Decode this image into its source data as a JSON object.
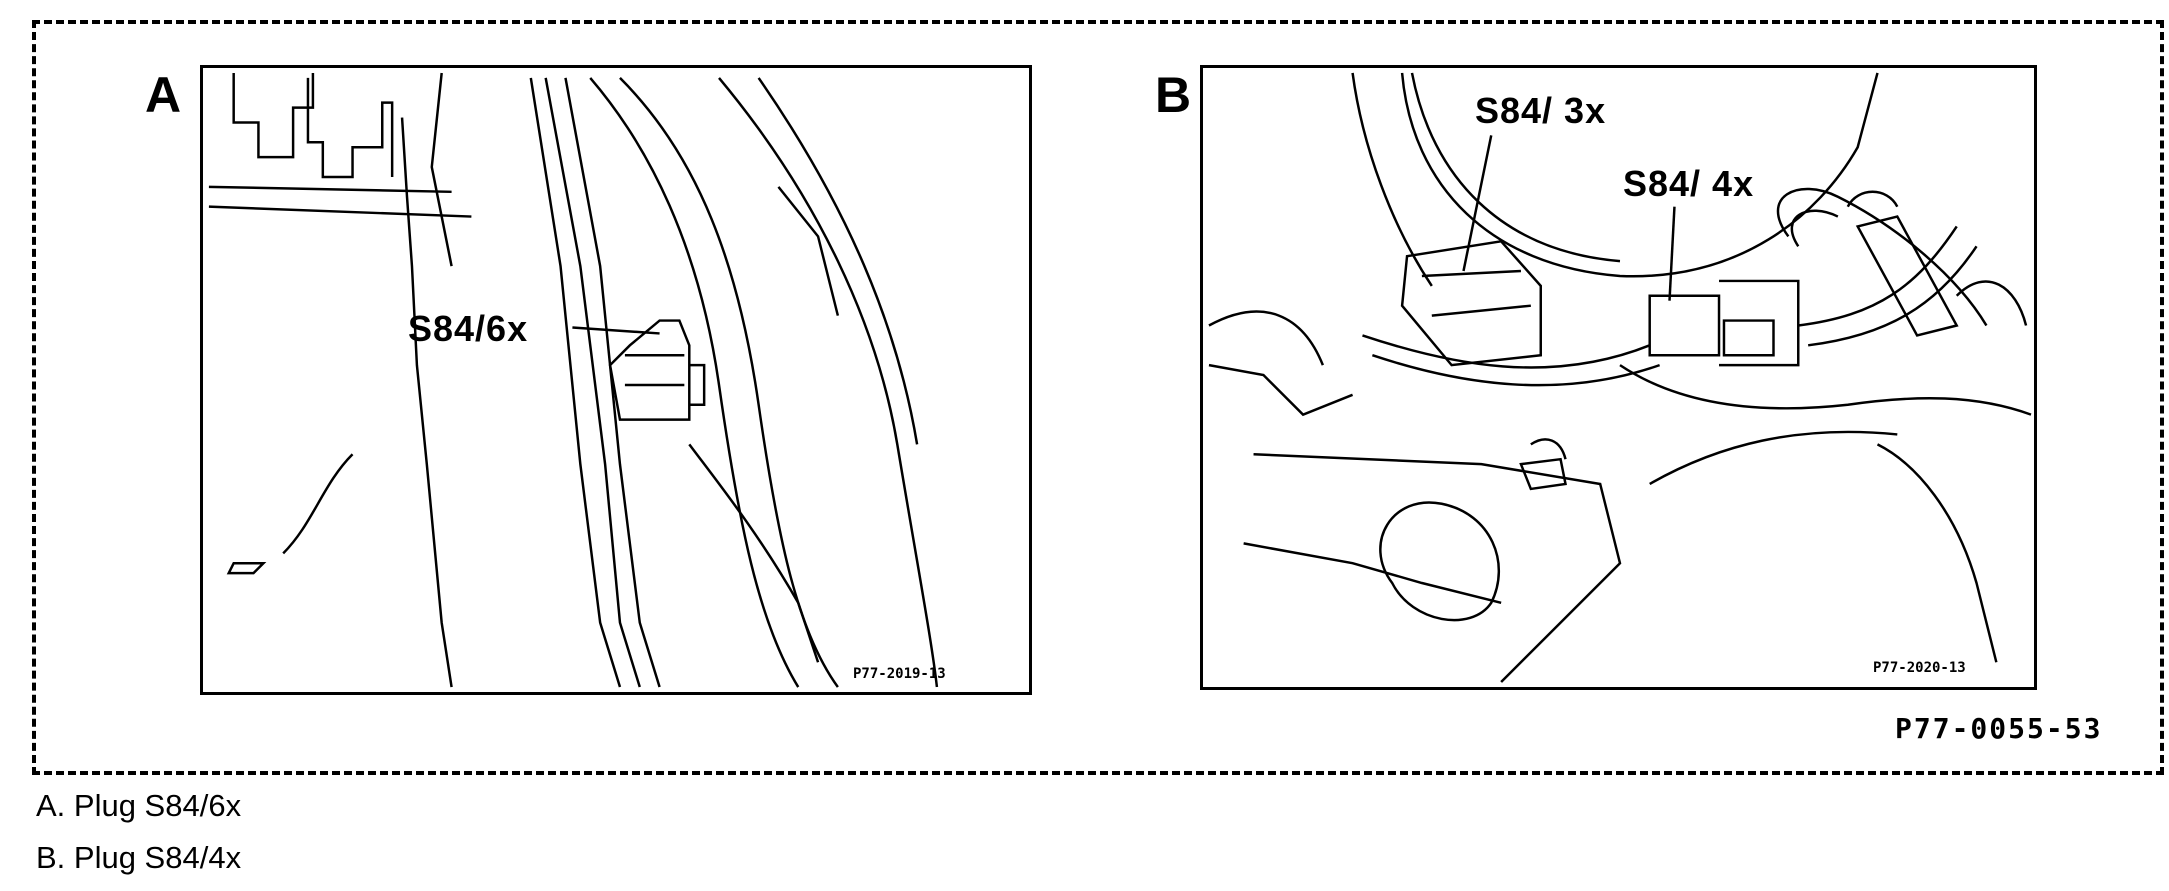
{
  "figure": {
    "panel_a": {
      "letter": "A",
      "callout": "S84/6x",
      "image_id": "P77-2019-13"
    },
    "panel_b": {
      "letter": "B",
      "callouts": [
        "S84/ 3x",
        "S84/ 4x"
      ],
      "image_id": "P77-2020-13"
    },
    "reference_id": "P77-0055-53"
  },
  "captions": [
    "A. Plug S84/6x",
    "B. Plug S84/4x"
  ]
}
